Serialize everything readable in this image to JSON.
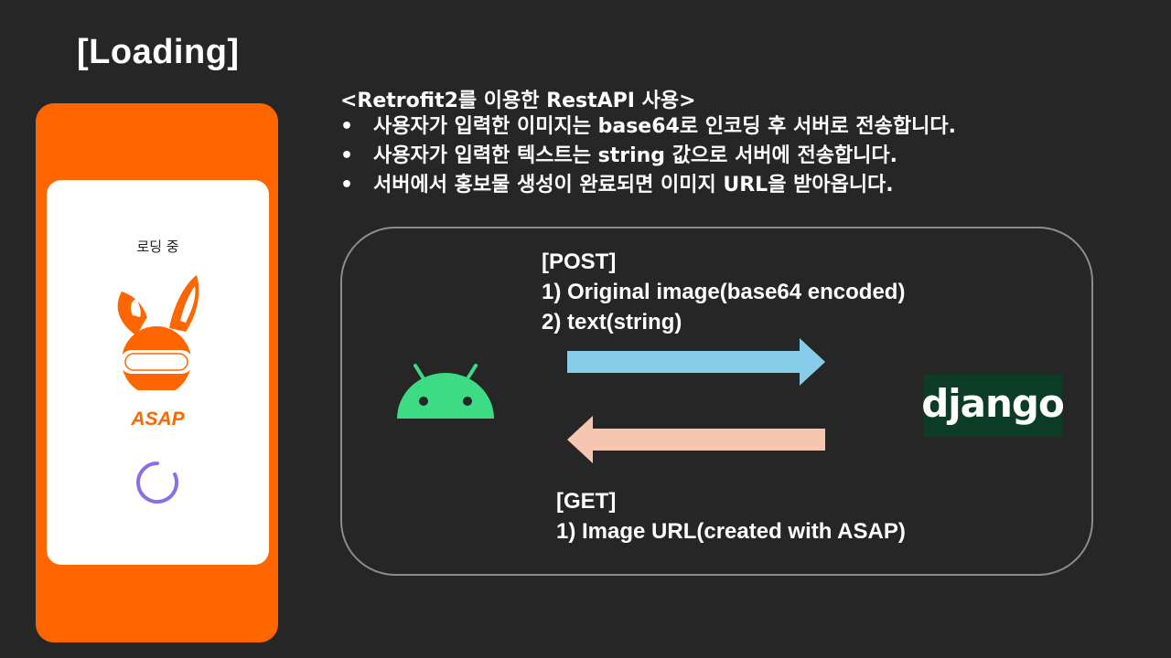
{
  "title": "[Loading]",
  "phone": {
    "loading_text": "로딩 중",
    "logo_text": "ASAP",
    "accent": "#ff6600",
    "spinner_color": "#8a6ee8"
  },
  "heading": "<Retrofit2를 이용한 RestAPI 사용>",
  "bullets": [
    "사용자가 입력한 이미지는 base64로 인코딩 후 서버로 전송합니다.",
    "사용자가 입력한 텍스트는 string 값으로 서버에 전송합니다.",
    "서버에서 홍보물 생성이 완료되면 이미지 URL을 받아옵니다."
  ],
  "bullet_char": "•",
  "diagram": {
    "post": {
      "label": "[POST]",
      "lines": [
        "1) Original image(base64 encoded)",
        "2) text(string)"
      ],
      "arrow_color": "#87cdea"
    },
    "get": {
      "label": "[GET]",
      "lines": [
        "1) Image URL(created with ASAP)"
      ],
      "arrow_color": "#f7c6b0"
    },
    "client_icon": "android-icon",
    "server_logo": "django",
    "android_color": "#3ddc84",
    "django_bg": "#0c3c26"
  }
}
